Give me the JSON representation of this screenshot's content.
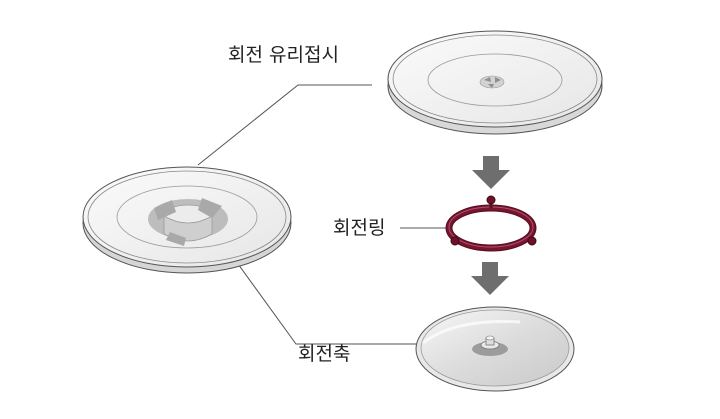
{
  "labels": {
    "glass_plate": "회전 유리접시",
    "ring": "회전링",
    "shaft": "회전축"
  },
  "colors": {
    "ring": "#7a1530",
    "arrow": "#6e6e6e",
    "outline": "#555555",
    "plate_fill": "#f1f1f1",
    "base_fill": "#e2e2e2"
  },
  "icons": {
    "arrow_1": "arrow-down-icon",
    "arrow_2": "arrow-down-icon"
  }
}
